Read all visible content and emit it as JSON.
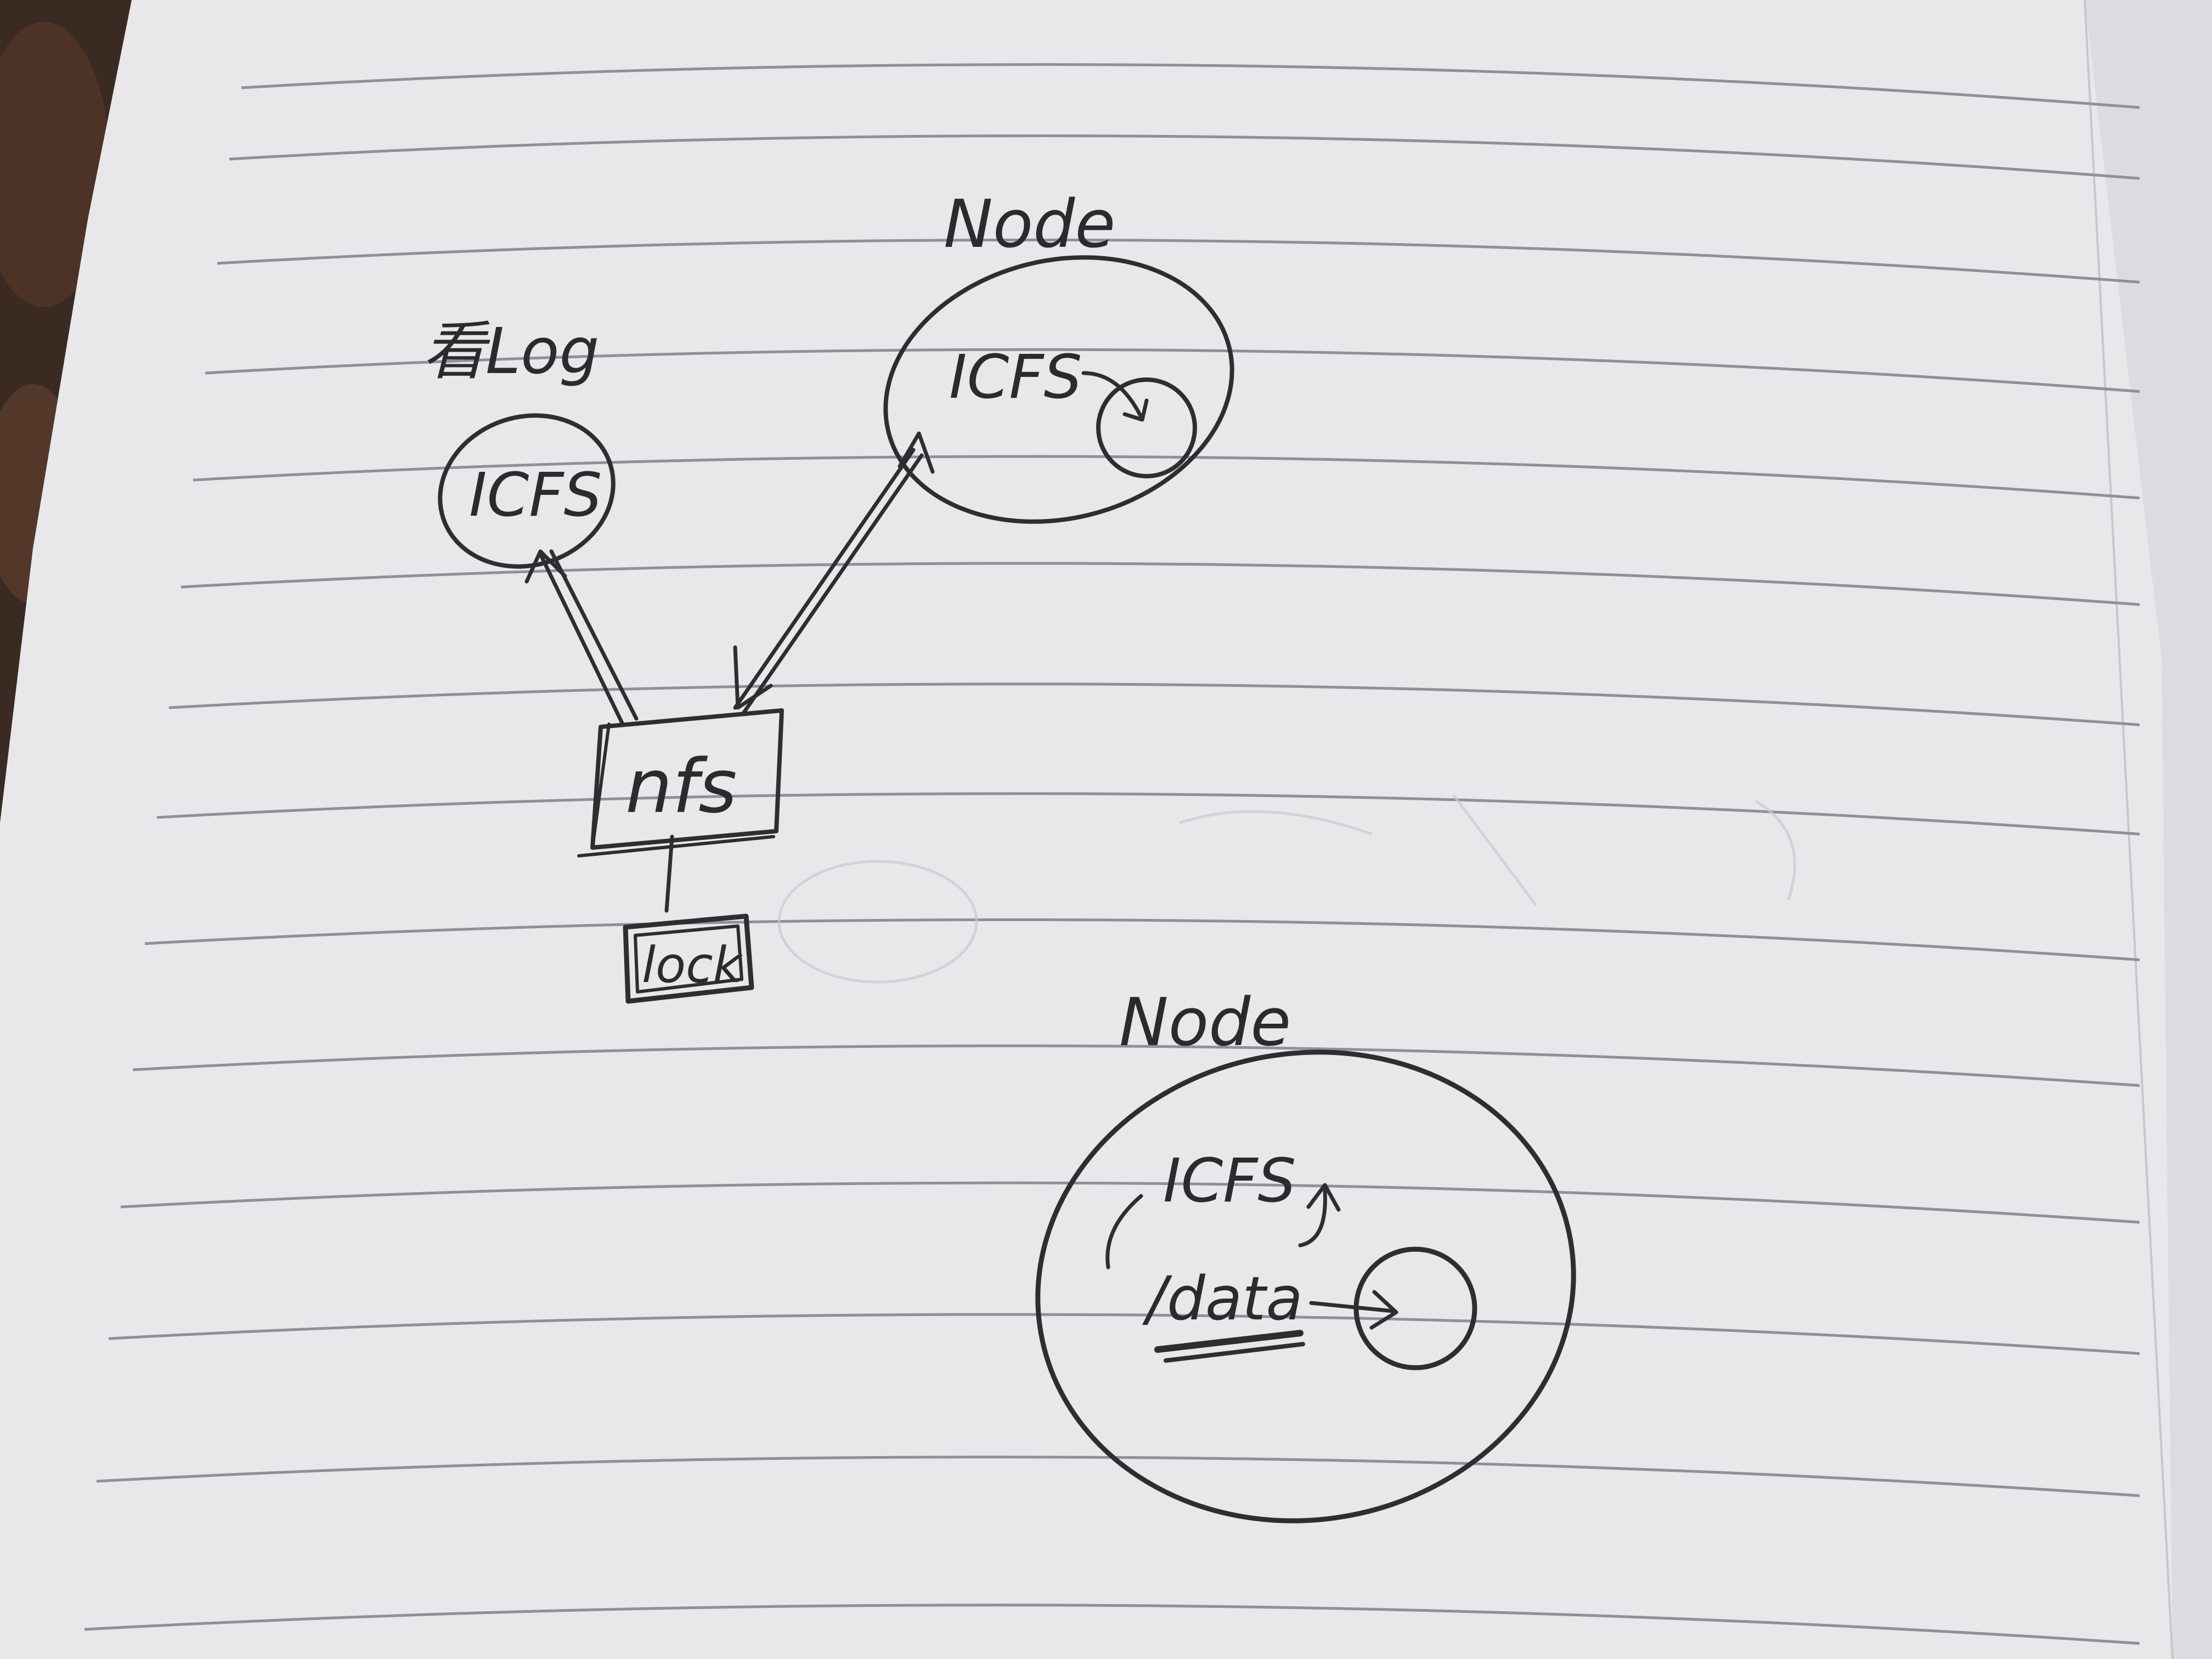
{
  "diagram": {
    "top_node": {
      "label": "Node",
      "inner_label": "ICFS"
    },
    "log_node": {
      "label": "看Log",
      "inner_label": "ICFS"
    },
    "nfs_box": {
      "label": "nfs"
    },
    "lock_box": {
      "label": "lock"
    },
    "bottom_node": {
      "label": "Node",
      "inner_label": "ICFS",
      "path_label": "/data"
    }
  },
  "colors": {
    "paper": "#e9e9ec",
    "ink": "#2e2e30",
    "rule_line": "#8d8f99",
    "background": "#3a2a22"
  }
}
